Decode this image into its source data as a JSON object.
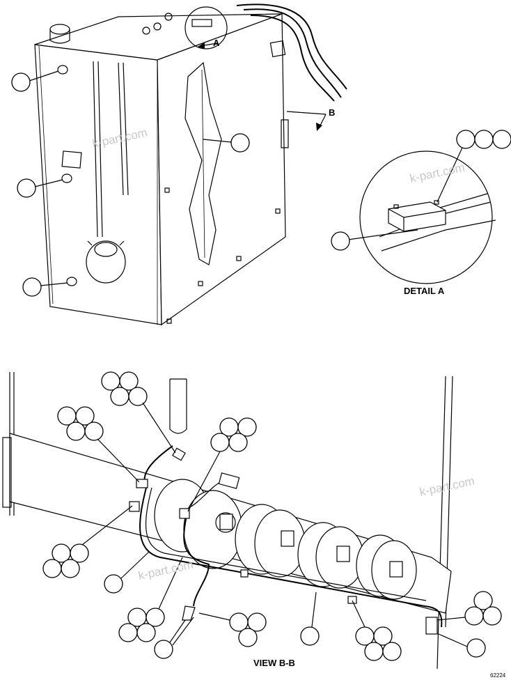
{
  "labels": {
    "section_a": "A",
    "section_b": "B",
    "detail_a": "DETAIL A",
    "view_bb": "VIEW B-B",
    "figure_number": "62224"
  },
  "watermarks": [
    "k-part.com",
    "k-part.com",
    "k-part.com",
    "k-part.com"
  ],
  "colors": {
    "line": "#000000",
    "background": "#ffffff",
    "watermark": "#c8c8c8"
  }
}
